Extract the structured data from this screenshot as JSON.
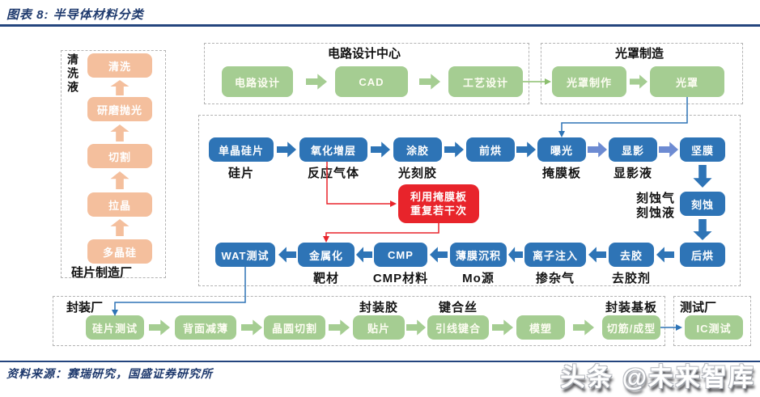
{
  "header": {
    "title": "图表 8:  半导体材料分类"
  },
  "colors": {
    "accent_navy": "#1f3a6e",
    "process_blue": "#2e74b6",
    "light_arrow_blue": "#6d8bd2",
    "packaging_green": "#a5cd92",
    "wafer_orange": "#f4bf9d",
    "repeat_red": "#e8242b"
  },
  "wafer_plant": {
    "side_label": "清洗液",
    "bottom_label": "硅片制造厂",
    "steps": [
      "清洗",
      "研磨抛光",
      "切割",
      "拉晶",
      "多晶硅"
    ]
  },
  "design_center": {
    "title": "电路设计中心",
    "steps": [
      "电路设计",
      "CAD",
      "工艺设计"
    ]
  },
  "mask_plant": {
    "title": "光罩制造",
    "steps": [
      "光罩制作",
      "光罩"
    ]
  },
  "fab": {
    "row1_steps": [
      "单晶硅片",
      "氧化增层",
      "涂胶",
      "前烘",
      "曝光",
      "显影",
      "坚膜"
    ],
    "row1_materials": [
      "硅片",
      "反应气体",
      "光刻胶",
      "掩膜板",
      "显影液"
    ],
    "etch_step": "刻蚀",
    "etch_material_line1": "刻蚀气",
    "etch_material_line2": "刻蚀液",
    "bake_step": "后烘",
    "row2_steps": [
      "WAT测试",
      "金属化",
      "CMP",
      "薄膜沉积",
      "离子注入",
      "去胶"
    ],
    "row2_materials": [
      "靶材",
      "CMP材料",
      "Mo源",
      "掺杂气",
      "去胶剂"
    ],
    "repeat_note_line1": "利用掩膜板",
    "repeat_note_line2": "重复若干次"
  },
  "packaging": {
    "factory_label": "封装厂",
    "steps": [
      "硅片测试",
      "背面减薄",
      "晶圆切割",
      "贴片",
      "引线键合",
      "模塑",
      "切筋/成型"
    ],
    "material_molding": "封装胶",
    "material_wire": "键合丝",
    "material_substrate": "封装基板"
  },
  "testing": {
    "factory_label": "测试厂",
    "step": "IC测试"
  },
  "footer": {
    "source": "资料来源：赛瑞研究，国盛证券研究所",
    "watermark": "头条 @未来智库"
  }
}
